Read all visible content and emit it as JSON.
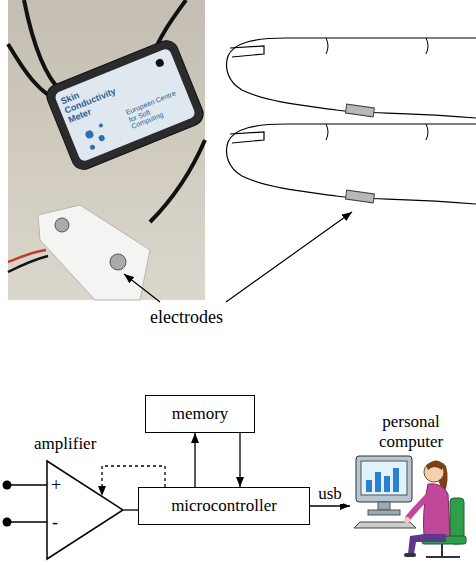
{
  "diagram": {
    "nodes": [
      {
        "text": [
          "memory"
        ]
      },
      {
        "text": [
          "personal computer"
        ]
      },
      {
        "text": [
          "amplifier",
          "+",
          "-"
        ]
      },
      {
        "text": [
          "microcontroller"
        ]
      }
    ],
    "edges": [
      {
        "from": 3,
        "to": 0,
        "arrow": "to"
      },
      {
        "from": 0,
        "to": 3,
        "arrow": "to"
      },
      {
        "from": 2,
        "to": 3,
        "arrow": "none"
      },
      {
        "from": 3,
        "to": 2,
        "arrow": "to"
      },
      {
        "from": 3,
        "to": 1,
        "arrow": "to",
        "label": "usb"
      }
    ],
    "labels": [
      "electrodes",
      "Skin Conductivity Meter",
      "European Centre for Soft Computing"
    ]
  }
}
